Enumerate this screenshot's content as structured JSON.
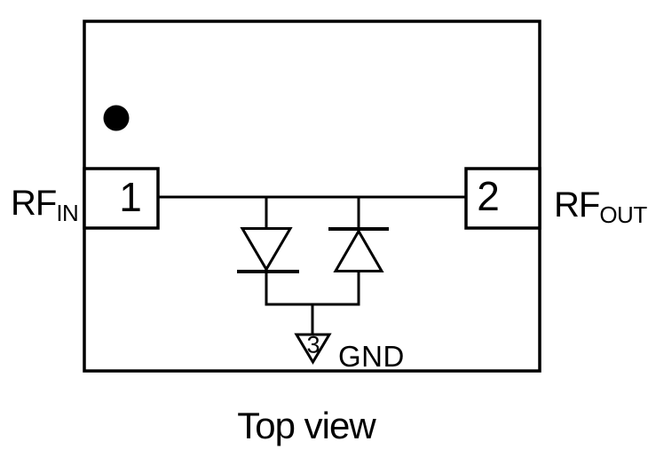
{
  "diagram": {
    "caption": "Top view",
    "pin1": {
      "number": "1",
      "label": "RF",
      "label_sub": "IN"
    },
    "pin2": {
      "number": "2",
      "label": "RF",
      "label_sub": "OUT"
    },
    "pin3": {
      "number": "3",
      "label": "GND"
    },
    "colors": {
      "line": "#000000",
      "background": "#ffffff"
    }
  }
}
